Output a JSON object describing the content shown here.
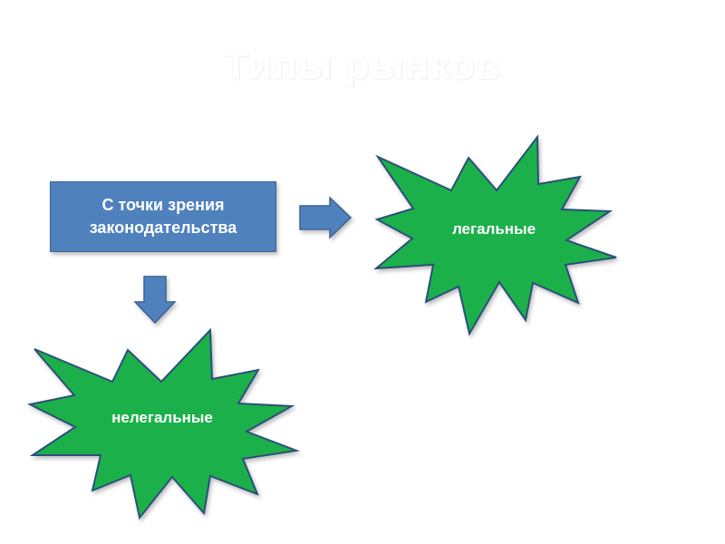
{
  "slide": {
    "title": "Типы рынков",
    "source_box": {
      "label_line1": "С точки зрения",
      "label_line2": "законодательства"
    },
    "outcomes": {
      "legal": "легальные",
      "illegal": "нелегальные"
    }
  },
  "colors": {
    "box_fill": "#4f81bd",
    "box_border": "#3b6294",
    "arrow_fill": "#4f81bd",
    "burst_fill": "#1fb04c",
    "burst_stroke": "#2b4f7a",
    "text": "#ffffff"
  }
}
